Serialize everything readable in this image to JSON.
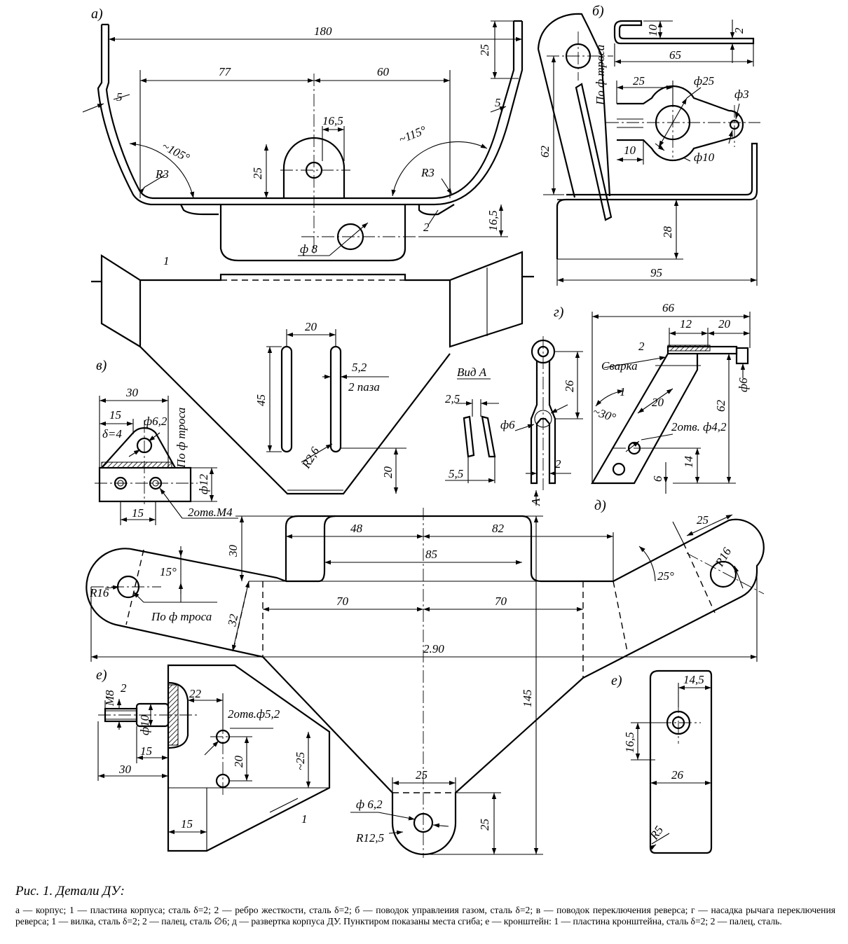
{
  "figure": {
    "caption_title": "Рис. 1. Детали ДУ:",
    "caption_body": "а — корпус; 1 — пластина корпуса; сталь δ=2; 2 — ребро жесткости, сталь δ=2; б — поводок управлеиия газом, сталь δ=2; в — поводок переключения реверса; г — насадка рычага переключения реверса; 1 — вилка, сталь δ=2; 2 — палец, сталь ∅6; д — развертка корпуса ДУ. Пунктиром показаны места сгиба; е — кронштейн: 1 — пластина кронштейна, сталь δ=2; 2 — палец, сталь."
  },
  "views": {
    "a": "а)",
    "b": "б)",
    "v": "в)",
    "g": "г)",
    "d": "д)",
    "e1": "е)",
    "e2": "е)"
  },
  "dims": {
    "a": {
      "w180": "180",
      "d77": "77",
      "d60": "60",
      "h25": "25",
      "t5l": "5",
      "t5r": "5",
      "ang105": "~105°",
      "ang115": "~115°",
      "r3l": "R3",
      "r3r": "R3",
      "d16_5": "16,5",
      "h25c": "25",
      "h16_5": "16,5",
      "phi8": "ф 8",
      "rib": "2"
    },
    "plate1": {
      "p1": "1",
      "s20": "20",
      "s45": "45",
      "s5_2": "5,2",
      "slots": "2 паза",
      "r2_6": "R2,6",
      "b20": "20"
    },
    "b": {
      "h10": "10",
      "t2": "2",
      "w65": "65",
      "w25": "25",
      "phi25": "ф25",
      "phi3": "ф3",
      "cable": "По ф троса",
      "w10": "10",
      "phi10": "ф10",
      "h62": "62",
      "h28": "28",
      "w95": "95"
    },
    "v": {
      "w30": "30",
      "w15": "15",
      "phi6_2": "ф6,2",
      "delta4": "δ=4",
      "cable": "По ф троса",
      "phi12": "ф12",
      "b15": "15",
      "holes": "2отв.М4"
    },
    "g": {
      "view_a": "Вид А",
      "t2_5": "2,5",
      "phi6": "ф6",
      "t5_5": "5,5",
      "h26": "26",
      "t2": "2",
      "arrow_a": "А",
      "w66": "66",
      "w12": "12",
      "w20": "20",
      "weld": "Сварка",
      "pin2": "2",
      "fork1": "1",
      "ang30": "~30°",
      "d20": "20",
      "holes": "2отв. ф4,2",
      "h62": "62",
      "phi6b": "ф6",
      "h14": "14",
      "h6": "6"
    },
    "d": {
      "h30": "30",
      "d48": "48",
      "d82": "82",
      "d85": "85",
      "ang15": "15°",
      "ang25": "25°",
      "w25": "25",
      "r16l": "R16",
      "r16r": "R16",
      "cable": "По ф троса",
      "d32": "32",
      "d70l": "70",
      "d70r": "70",
      "w290": "2.90",
      "h145": "145",
      "w25b": "25",
      "phi6_2": "ф 6,2",
      "r12_5": "R12,5",
      "h25": "25"
    },
    "e": {
      "m8": "М8",
      "pin2": "2",
      "phi10": "ф10",
      "w22": "22",
      "holes": "2отв.ф5,2",
      "h20": "20",
      "h25": "~25",
      "w15": "15",
      "w30": "30",
      "w15b": "15",
      "plate1": "1",
      "w14_5": "14,5",
      "h16_5": "16,5",
      "w26": "26",
      "r5": "R5"
    }
  }
}
